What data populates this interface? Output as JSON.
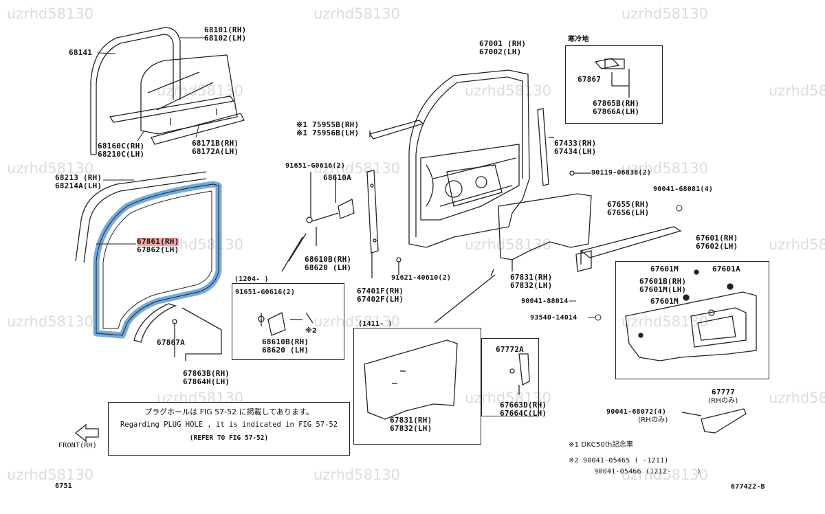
{
  "watermark": "uzrhd58130",
  "labels": {
    "l68141": "68141",
    "l68101": [
      "68101(RH)",
      "68102(LH)"
    ],
    "l68160": [
      "68160C(RH)",
      "68210C(LH)"
    ],
    "l68171": [
      "68171B(RH)",
      "68172A(LH)"
    ],
    "l68213": [
      "68213 (RH)",
      "68214A(LH)"
    ],
    "l67861": [
      "67861(RH)",
      "67862(LH)"
    ],
    "l67867a": "67867A",
    "l67863": [
      "67863B(RH)",
      "67864H(LH)"
    ],
    "l67001": [
      "67001 (RH)",
      "67002(LH)"
    ],
    "l75955": [
      "※1 75955B(RH)",
      "※1 75956B(LH)"
    ],
    "l91651a": "91651-G0616(2)",
    "l68610a": "68610A",
    "l68610b": [
      "68610B(RH)",
      "68620 (LH)"
    ],
    "l67401": [
      "67401F(RH)",
      "67402F(LH)"
    ],
    "l91621": "91621-40610(2)",
    "l67433": [
      "67433(RH)",
      "67434(LH)"
    ],
    "l90119": "90119-06838(2)",
    "l90041a": "90041-68081(4)",
    "l67655": [
      "67655(RH)",
      "67656(LH)"
    ],
    "l67831a": [
      "67831(RH)",
      "67832(LH)"
    ],
    "l90041b": "90041-88014",
    "l93540": "93540-14014",
    "l67601": [
      "67601(RH)",
      "67602(LH)"
    ],
    "l67601m1": "67601M",
    "l67601a": "67601A",
    "l67601b": [
      "67601B(RH)",
      "67601M(LH)"
    ],
    "l67601m2": "67601M",
    "l67867": "67867",
    "l67865": [
      "67865B(RH)",
      "67866A(LH)"
    ],
    "l_kanreichi": "寒冷地",
    "l1204": "(1204-     )",
    "l91651b": "91651-G0616(2)",
    "l68610b2": [
      "68610B(RH)",
      "68620  (LH)"
    ],
    "l_kome2": "※2",
    "l1411": "(1411-     )",
    "l67831b": [
      "67831(RH)",
      "67832(LH)"
    ],
    "l67772a": "67772A",
    "l67663": [
      "67663D(RH)",
      "67664C(LH)"
    ],
    "l67777": "67777",
    "l67777sub": "(RHのみ)",
    "l90041c": "90041-68072(4)",
    "l90041csub": "(RHのみ)",
    "front": "FRONT(RH)",
    "page_left": "6751",
    "page_right": "677422-B"
  },
  "note": {
    "jp": "プラグホールは FIG 57-52 に掲載してあります。",
    "en": "Regarding PLUG HOLE , it is indicated in FIG 57-52",
    "ref": "(REFER TO FIG 57-52)"
  },
  "footnotes": {
    "f1": "※1  DKC50th記念車",
    "f2": "※2  90041-05465 (      -1211)",
    "f3": "      90041-05466 (1212-      )"
  },
  "colors": {
    "highlight_seal": "#5b9bd5",
    "highlight_label": "#f5a5a5",
    "line": "#222222"
  }
}
